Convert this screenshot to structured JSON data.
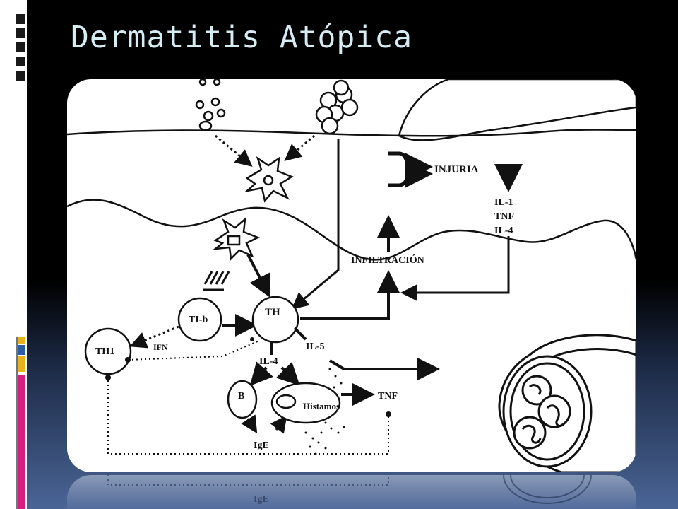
{
  "slide": {
    "title": "Dermatitis Atópica"
  },
  "diagram": {
    "labels": {
      "injuria": "INJURIA",
      "il1": "IL-1",
      "tnf_top": "TNF",
      "il4_top": "IL-4",
      "infiltracion": "INFILTRACIÓN",
      "tlb": "TI-b",
      "th": "TH",
      "th1": "TH1",
      "ifn": "IFN",
      "il4": "IL-4",
      "il5": "IL-5",
      "b": "B",
      "histamos": "Histamos",
      "tnf": "TNF",
      "ige": "IgE"
    },
    "reflection_label": "IgE"
  },
  "colors": {
    "title": "#d5ecf2",
    "accent_blue": "#2a5fa8",
    "accent_pink": "#d61f7e",
    "accent_gold": "#e8b21c",
    "accent_gray": "#6e7680"
  }
}
